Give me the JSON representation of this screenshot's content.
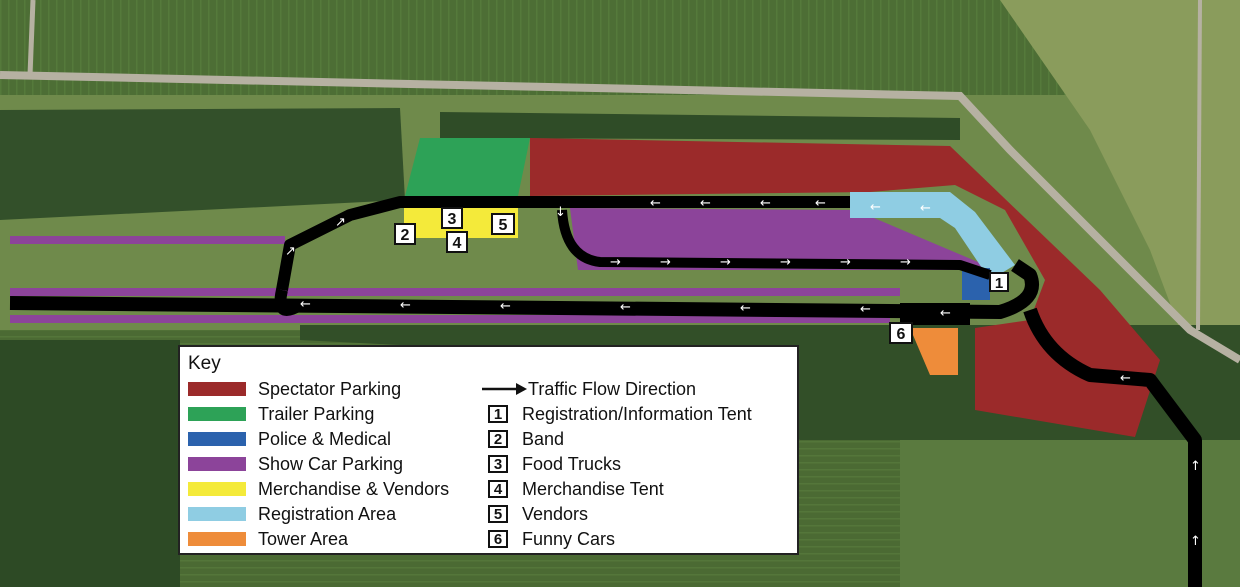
{
  "legend": {
    "title": "Key",
    "areas": [
      {
        "label": "Spectator Parking",
        "color": "#9b2a2a"
      },
      {
        "label": "Trailer Parking",
        "color": "#2da257"
      },
      {
        "label": "Police & Medical",
        "color": "#2b62ad"
      },
      {
        "label": "Show Car Parking",
        "color": "#8c449a"
      },
      {
        "label": "Merchandise & Vendors",
        "color": "#f4ea3a"
      },
      {
        "label": "Registration Area",
        "color": "#8fcde3"
      },
      {
        "label": "Tower Area",
        "color": "#ee8c3a"
      }
    ],
    "flow_label": "Traffic Flow Direction",
    "points": [
      {
        "number": "1",
        "label": "Registration/Information Tent"
      },
      {
        "number": "2",
        "label": "Band"
      },
      {
        "number": "3",
        "label": "Food Trucks"
      },
      {
        "number": "4",
        "label": "Merchandise Tent"
      },
      {
        "number": "5",
        "label": "Vendors"
      },
      {
        "number": "6",
        "label": "Funny Cars"
      }
    ]
  },
  "map_markers": [
    {
      "number": "1"
    },
    {
      "number": "2"
    },
    {
      "number": "3"
    },
    {
      "number": "4"
    },
    {
      "number": "5"
    },
    {
      "number": "6"
    }
  ]
}
